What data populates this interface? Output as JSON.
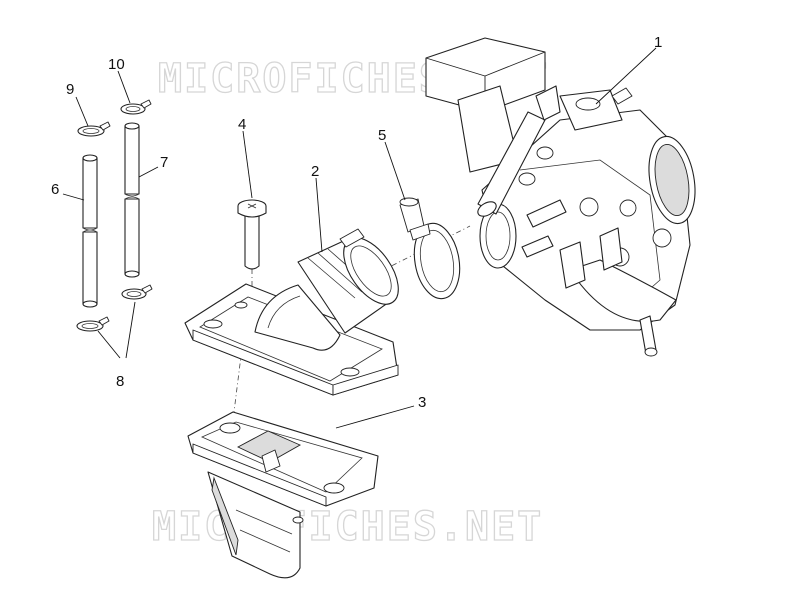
{
  "watermarks": {
    "top": "MICROFICHES.NET",
    "bottom": "MICROFICHES.NET"
  },
  "callouts": {
    "c1": "1",
    "c2": "2",
    "c3": "3",
    "c4": "4",
    "c5": "5",
    "c6": "6",
    "c7": "7",
    "c8": "8",
    "c9": "9",
    "c10": "10"
  },
  "colors": {
    "line": "#222222",
    "watermark": "#c9c9c9",
    "background": "#ffffff"
  }
}
